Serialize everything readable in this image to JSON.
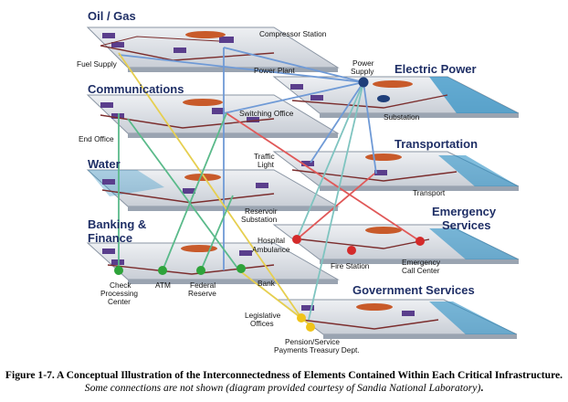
{
  "sectors": {
    "oil_gas": "Oil / Gas",
    "communications": "Communications",
    "water": "Water",
    "banking_line1": "Banking &",
    "banking_line2": "Finance",
    "electric_power": "Electric Power",
    "transportation": "Transportation",
    "emergency_line1": "Emergency",
    "emergency_line2": "Services",
    "government": "Government Services"
  },
  "labels": {
    "compressor_station": "Compressor Station",
    "fuel_supply": "Fuel Supply",
    "power_plant": "Power Plant",
    "power_supply_1": "Power",
    "power_supply_2": "Supply",
    "switching_office": "Switching Office",
    "substation": "Substation",
    "end_office": "End Office",
    "traffic_light_1": "Traffic",
    "traffic_light_2": "Light",
    "transport": "Transport",
    "reservoir_1": "Reservoir",
    "reservoir_2": "Substation",
    "hospital": "Hospital",
    "ambulance": "Ambulance",
    "fire_station": "Fire Station",
    "emergency_call_1": "Emergency",
    "emergency_call_2": "Call Center",
    "check_processing_1": "Check",
    "check_processing_2": "Processing",
    "check_processing_3": "Center",
    "atm": "ATM",
    "federal_reserve_1": "Federal",
    "federal_reserve_2": "Reserve",
    "bank": "Bank",
    "legislative_1": "Legislative",
    "legislative_2": "Offices",
    "pension_1": "Pension/Service",
    "pension_2": "Payments Treasury Dept."
  },
  "caption": {
    "bold": "Figure 1-7. A Conceptual Illustration of the Interconnectedness of Elements Contained Within Each Critical Infrastructure.",
    "italic": "Some connections are not shown (diagram provided courtesy of Sandia National Laboratory)",
    "end": "."
  },
  "colors": {
    "plane_top": "#dde1e6",
    "plane_edge": "#8a95a3",
    "water_accent": "#2a8fc4",
    "blue_line": "#6f9ad6",
    "yellow_line": "#e6cf50",
    "red_line": "#e05858",
    "green_line": "#5aba8a",
    "teal_line": "#7fc4c0",
    "node_blue": "#1f3f7a",
    "node_red": "#d42a2a",
    "node_green": "#2ea33a",
    "node_yellow": "#f0c419"
  }
}
